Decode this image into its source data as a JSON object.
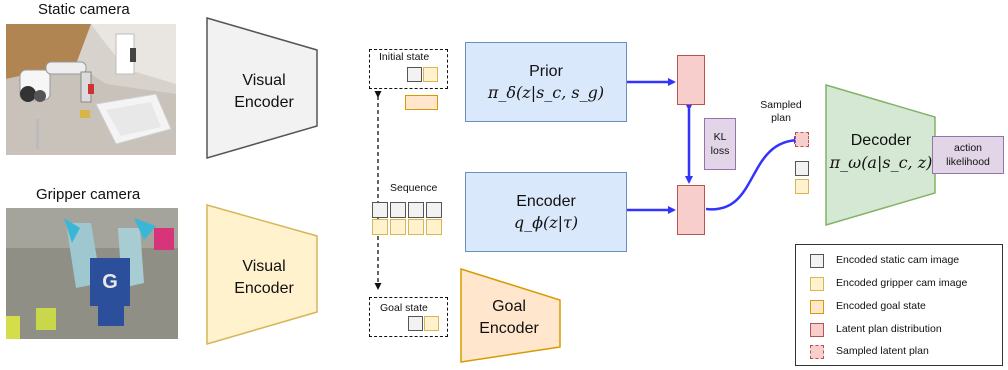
{
  "cameras": {
    "static_label": "Static camera",
    "gripper_label": "Gripper camera"
  },
  "encoders": {
    "visual_top_line1": "Visual",
    "visual_top_line2": "Encoder",
    "visual_bottom_line1": "Visual",
    "visual_bottom_line2": "Encoder",
    "goal_line1": "Goal",
    "goal_line2": "Encoder"
  },
  "states": {
    "initial": "Initial state",
    "sequence": "Sequence",
    "goal": "Goal state"
  },
  "prior": {
    "title": "Prior",
    "formula": "π_δ(z|s_c, s_g)"
  },
  "encoder": {
    "title": "Encoder",
    "formula": "q_ϕ(z|τ)"
  },
  "kl": {
    "line1": "KL",
    "line2": "loss"
  },
  "sampled_plan": {
    "line1": "Sampled",
    "line2": "plan"
  },
  "decoder": {
    "title": "Decoder",
    "formula": "π_ω(a|s_c, z)"
  },
  "action": {
    "line1": "action",
    "line2": "likelihood"
  },
  "legend": {
    "items": [
      {
        "label": "Encoded static cam image",
        "color": "#f2f2f2"
      },
      {
        "label": "Encoded gripper cam image",
        "color": "#fff2cc"
      },
      {
        "label": "Encoded goal state",
        "color": "#ffe6cc"
      },
      {
        "label": "Latent plan distribution",
        "color": "#f8cecc"
      },
      {
        "label": "Sampled latent plan",
        "color": "#f8cecc"
      }
    ]
  },
  "colors": {
    "arrow_blue": "#3333ff",
    "gray_fill": "#f2f2f2",
    "yellow_fill": "#fff2cc",
    "orange_fill": "#ffe6cc",
    "red_fill": "#f8cecc",
    "blue_fill": "#dae8fc",
    "green_fill": "#d5e8d4",
    "purple_fill": "#e1d5e7"
  }
}
